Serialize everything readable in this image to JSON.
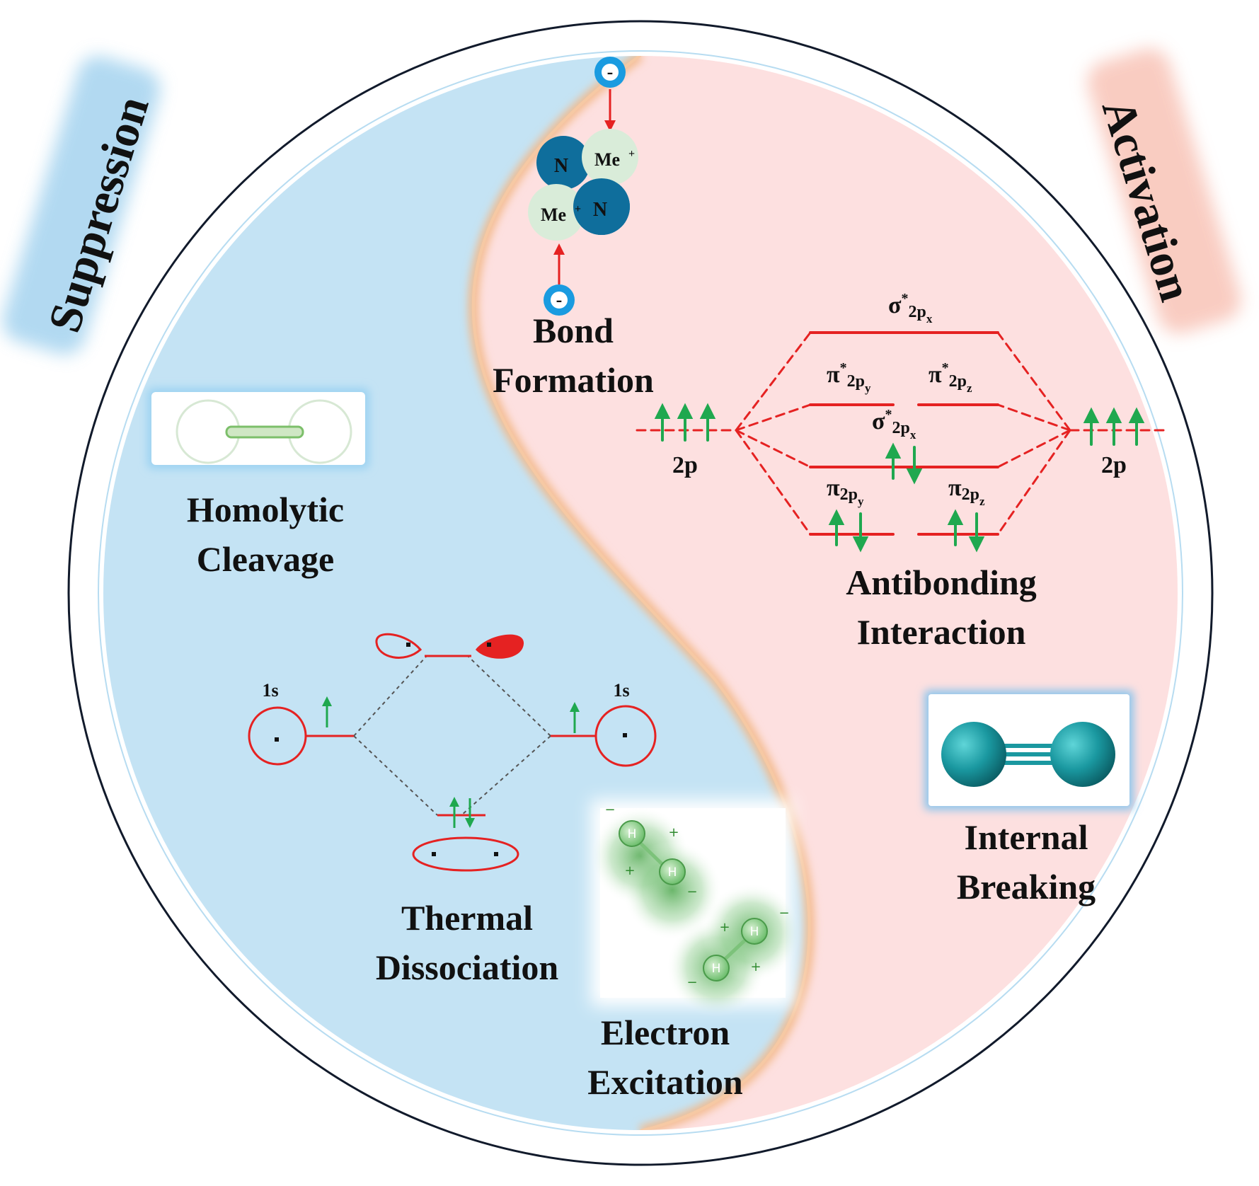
{
  "header": {
    "left_title": "Suppression",
    "right_title": "Activation"
  },
  "sections": {
    "homolytic": [
      "Homolytic",
      "Cleavage"
    ],
    "bond": [
      "Bond",
      "Formation"
    ],
    "antibonding": [
      "Antibonding",
      "Interaction"
    ],
    "internal": [
      "Internal",
      "Breaking"
    ],
    "thermal": [
      "Thermal",
      "Dissociation"
    ],
    "electron": [
      "Electron",
      "Excitation"
    ]
  },
  "bond_formation": {
    "metal_label": "Me",
    "metal_charge": "+",
    "nitrogen_label": "N",
    "electron_symbol": "-"
  },
  "mo_n2": {
    "left_ao": "2p",
    "right_ao": "2p",
    "sigma_star": {
      "symbol": "σ",
      "star": "*",
      "sub": "2p",
      "subsub": "x"
    },
    "pi_star_y": {
      "symbol": "π",
      "star": "*",
      "sub": "2p",
      "subsub": "y"
    },
    "pi_star_z": {
      "symbol": "π",
      "star": "*",
      "sub": "2p",
      "subsub": "z"
    },
    "sigma": {
      "symbol": "σ",
      "star": "*",
      "sub": "2p",
      "subsub": "x"
    },
    "pi_y": {
      "symbol": "π",
      "sub": "2p",
      "subsub": "y"
    },
    "pi_z": {
      "symbol": "π",
      "sub": "2p",
      "subsub": "z"
    }
  },
  "mo_h2": {
    "left_ao": "1s",
    "right_ao": "1s"
  },
  "excitation": {
    "atom": "H",
    "plus": "+",
    "minus": "−"
  },
  "colors": {
    "blue_region": "#c4e3f4",
    "pink_region": "#fde0e0",
    "orange_glow": "#f3b98a",
    "red": "#e52222",
    "green": "#1fa84f",
    "teal": "#1f9ea8",
    "nitrogen": "#0f6e9c",
    "metal": "#d9ecd9",
    "electron": "#1a9be0"
  }
}
